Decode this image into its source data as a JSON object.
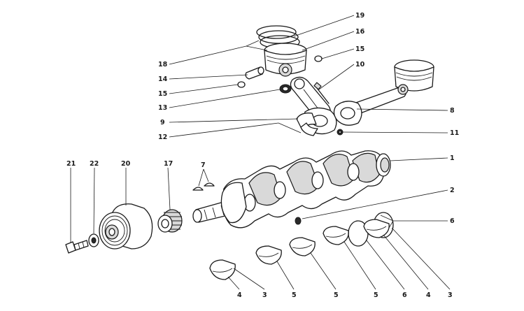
{
  "diagram": {
    "callouts": [
      {
        "id": "c19",
        "text": "19"
      },
      {
        "id": "c16",
        "text": "16"
      },
      {
        "id": "c15a",
        "text": "15"
      },
      {
        "id": "c18",
        "text": "18"
      },
      {
        "id": "c10",
        "text": "10"
      },
      {
        "id": "c14",
        "text": "14"
      },
      {
        "id": "c15b",
        "text": "15"
      },
      {
        "id": "c13",
        "text": "13"
      },
      {
        "id": "c8",
        "text": "8"
      },
      {
        "id": "c9",
        "text": "9"
      },
      {
        "id": "c11",
        "text": "11"
      },
      {
        "id": "c12",
        "text": "12"
      },
      {
        "id": "c1",
        "text": "1"
      },
      {
        "id": "c21",
        "text": "21"
      },
      {
        "id": "c22",
        "text": "22"
      },
      {
        "id": "c20",
        "text": "20"
      },
      {
        "id": "c17",
        "text": "17"
      },
      {
        "id": "c7",
        "text": "7"
      },
      {
        "id": "c2",
        "text": "2"
      },
      {
        "id": "c6a",
        "text": "6"
      },
      {
        "id": "c4a",
        "text": "4"
      },
      {
        "id": "c3a",
        "text": "3"
      },
      {
        "id": "c5a",
        "text": "5"
      },
      {
        "id": "c5b",
        "text": "5"
      },
      {
        "id": "c5c",
        "text": "5"
      },
      {
        "id": "c6b",
        "text": "6"
      },
      {
        "id": "c4b",
        "text": "4"
      },
      {
        "id": "c3b",
        "text": "3"
      }
    ]
  }
}
